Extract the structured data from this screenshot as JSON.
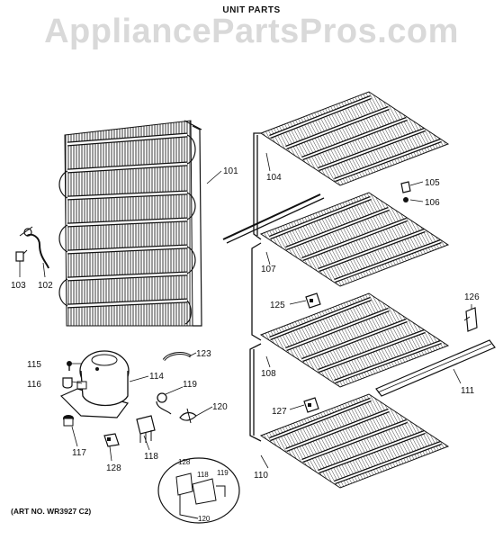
{
  "header": {
    "title": "UNIT PARTS",
    "watermark": "AppliancePartsPros.com"
  },
  "footer": {
    "art_no": "(ART NO. WR3927 C2)"
  },
  "callouts": {
    "p101": "101",
    "p102": "102",
    "p103": "103",
    "p104": "104",
    "p105": "105",
    "p106": "106",
    "p107": "107",
    "p108": "108",
    "p110": "110",
    "p111": "111",
    "p114": "114",
    "p115": "115",
    "p116": "116",
    "p117": "117",
    "p118": "118",
    "p119": "119",
    "p120": "120",
    "p123": "123",
    "p125": "125",
    "p126": "126",
    "p127": "127",
    "p128": "128"
  },
  "inset": {
    "p128": "128",
    "p118": "118",
    "p119": "119",
    "p120": "120"
  }
}
